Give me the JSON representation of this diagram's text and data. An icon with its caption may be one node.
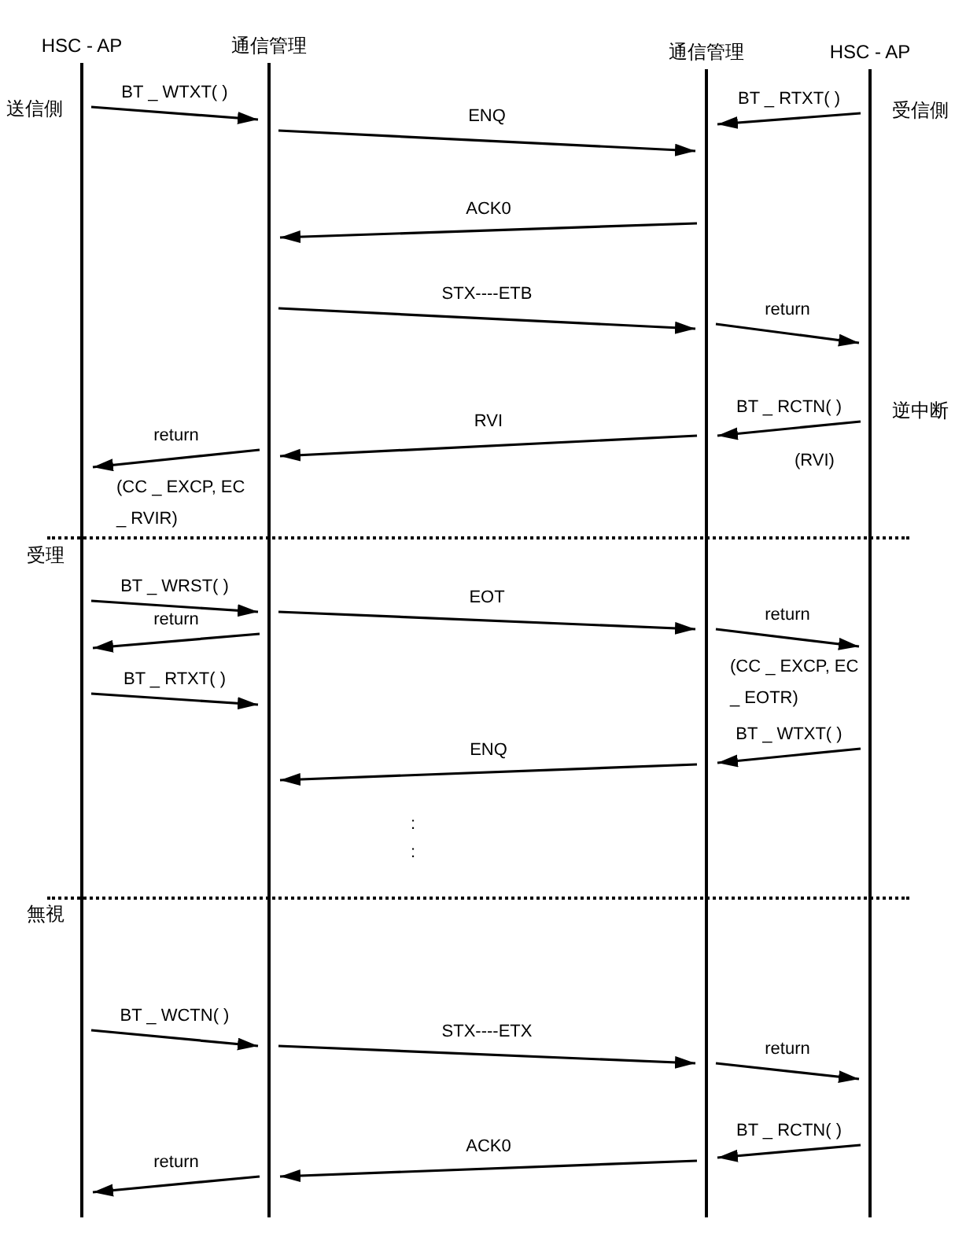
{
  "diagram": {
    "nodes": [
      {
        "text": [
          "HSC - AP"
        ]
      },
      {
        "text": [
          "通信管理"
        ]
      },
      {
        "text": [
          "通信管理"
        ]
      },
      {
        "text": [
          "HSC - AP"
        ]
      }
    ],
    "edges": [
      {
        "from": 0,
        "to": 1,
        "arrow": "to",
        "label": "BT _ WTXT( )"
      },
      {
        "from": 3,
        "to": 2,
        "arrow": "to",
        "label": "BT _ RTXT( )"
      },
      {
        "from": 1,
        "to": 2,
        "arrow": "to",
        "label": "ENQ"
      },
      {
        "from": 2,
        "to": 1,
        "arrow": "to",
        "label": "ACK0"
      },
      {
        "from": 1,
        "to": 2,
        "arrow": "to",
        "label": "STX----ETB"
      },
      {
        "from": 2,
        "to": 3,
        "arrow": "to",
        "label": "return"
      },
      {
        "from": 3,
        "to": 2,
        "arrow": "to",
        "label": "BT _ RCTN( )"
      },
      {
        "from": 2,
        "to": 1,
        "arrow": "to",
        "label": "RVI"
      },
      {
        "from": 1,
        "to": 0,
        "arrow": "to",
        "label": "return"
      },
      {
        "from": 0,
        "to": 1,
        "arrow": "to",
        "label": "BT _ WRST( )"
      },
      {
        "from": 1,
        "to": 2,
        "arrow": "to",
        "label": "EOT"
      },
      {
        "from": 1,
        "to": 0,
        "arrow": "to",
        "label": "return"
      },
      {
        "from": 2,
        "to": 3,
        "arrow": "to",
        "label": "return"
      },
      {
        "from": 0,
        "to": 1,
        "arrow": "to",
        "label": "BT _ RTXT( )"
      },
      {
        "from": 3,
        "to": 2,
        "arrow": "to",
        "label": "BT _ WTXT( )"
      },
      {
        "from": 2,
        "to": 1,
        "arrow": "to",
        "label": "ENQ"
      },
      {
        "from": 0,
        "to": 1,
        "arrow": "to",
        "label": "BT _ WCTN( )"
      },
      {
        "from": 1,
        "to": 2,
        "arrow": "to",
        "label": "STX----ETX"
      },
      {
        "from": 2,
        "to": 3,
        "arrow": "to",
        "label": "return"
      },
      {
        "from": 3,
        "to": 2,
        "arrow": "to",
        "label": "BT _ RCTN( )"
      },
      {
        "from": 2,
        "to": 1,
        "arrow": "to",
        "label": "ACK0"
      },
      {
        "from": 1,
        "to": 0,
        "arrow": "to",
        "label": "return"
      }
    ],
    "labels": [
      "送信側",
      "受信側",
      "逆中断",
      "(RVI)",
      "(CC _ EXCP, EC _ RVIR)",
      "受理",
      "(CC _ EXCP, EC _ EOTR)",
      ":",
      ":",
      "無視"
    ]
  }
}
